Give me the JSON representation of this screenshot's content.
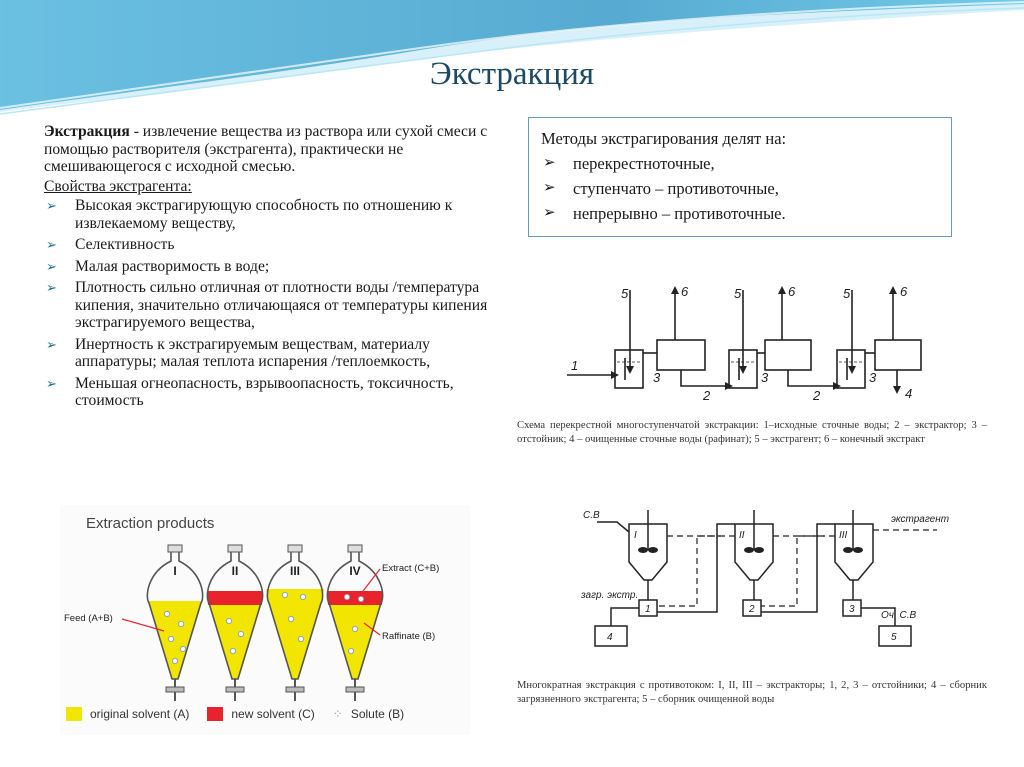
{
  "slide": {
    "title": "Экстракция",
    "definition": {
      "term": "Экстракция",
      "text": " - извлечение вещества из раствора или сухой смеси с помощью растворителя (экстрагента), практически не смешивающегося с исходной смесью."
    },
    "properties_title": "Свойства экстрагента:",
    "properties": [
      "Высокая экстрагирующую способность по отношению к извлекаемому веществу,",
      "Селективность",
      "Малая растворимость в воде;",
      "Плотность сильно отличная от плотности воды /температура кипения, значительно отличающаяся от температуры кипения экстрагируемого вещества,",
      "Инертность к  экстрагируемым веществам, материалу аппаратуры; малая теплота испарения /теплоемкость,",
      "Меньшая огнеопасность, взрывоопасность, токсичность, стоимость"
    ],
    "methods": {
      "heading": "Методы экстрагирования делят на:",
      "items": [
        "перекрестноточные,",
        "ступенчато – противоточные,",
        "непрерывно – противоточные."
      ]
    },
    "bullet_icon": "arrow-bullet-icon"
  },
  "scheme1": {
    "caption": "Схема перекрестной многоступенчатой экстракции: 1–исходные сточные воды; 2 – экстрактор; 3 – отстойник; 4 – очищенные сточные воды (рафинат); 5 – экстрагент; 6 – конечный экстракт",
    "labels": {
      "n1": "1",
      "n2": "2",
      "n3": "3",
      "n4": "4",
      "n5": "5",
      "n6": "6"
    }
  },
  "scheme2": {
    "caption": "Многократная экстракция с противотоком: I, II, III – экстракторы; 1, 2, 3 – отстойники; 4 – сборник загрязненного экстрагента; 5 – сборник очищенной воды",
    "labels": {
      "sv": "С.В",
      "extragent": "экстрагент",
      "zagr": "загр. экстр.",
      "och": "Оч. С.В",
      "r1": "I",
      "r2": "II",
      "r3": "III",
      "t1": "1",
      "t2": "2",
      "t3": "3",
      "t4": "4",
      "t5": "5"
    }
  },
  "extraction_products": {
    "title": "Extraction products",
    "funnels": [
      "I",
      "II",
      "III",
      "IV"
    ],
    "labels": {
      "feed": "Feed (A+B)",
      "extract": "Extract (C+B)",
      "raffinate": "Raffinate (B)"
    },
    "legend": [
      {
        "label": "original solvent (A)",
        "color": "#f2e600"
      },
      {
        "label": "new solvent (C)",
        "color": "#e8232b"
      },
      {
        "label": "Solute (B)",
        "color": "#8fa4b8"
      }
    ]
  }
}
